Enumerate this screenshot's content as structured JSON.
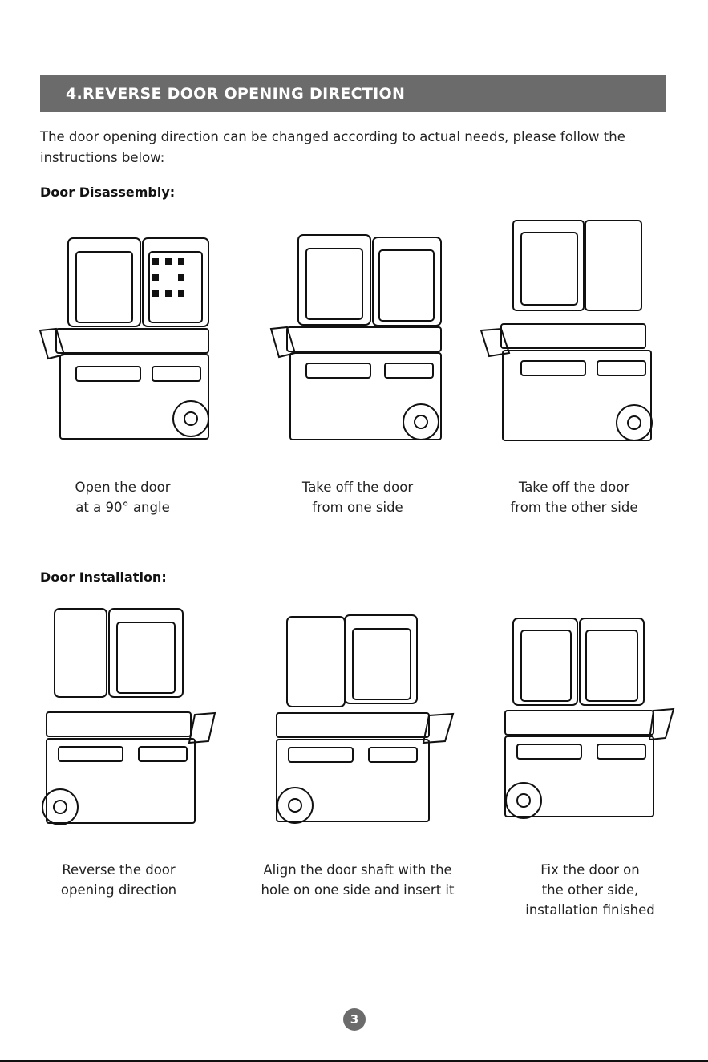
{
  "header": {
    "title": "4.REVERSE DOOR OPENING DIRECTION"
  },
  "intro": {
    "text": "The door opening direction can be changed according to actual needs, please follow the instructions below:"
  },
  "sections": {
    "disassembly": {
      "label": "Door Disassembly:",
      "steps": [
        {
          "line1": "Open the door",
          "line2": "at a 90° angle"
        },
        {
          "line1": "Take off the door",
          "line2": "from one side"
        },
        {
          "line1": "Take off the door",
          "line2": "from the other side"
        }
      ]
    },
    "installation": {
      "label": "Door Installation:",
      "steps": [
        {
          "line1": "Reverse the door",
          "line2": "opening direction"
        },
        {
          "line1": "Align the door shaft with the",
          "line2": "hole on one side and insert it"
        },
        {
          "line1": "Fix the door on",
          "line2": "the other side,",
          "line3": "installation finished"
        }
      ]
    }
  },
  "page": {
    "number": "3"
  },
  "colors": {
    "header_bg": "#6b6b6b",
    "line": "#111111"
  },
  "icons": [
    "fridge-illustration-icon",
    "wheel-icon",
    "handle-icon"
  ]
}
